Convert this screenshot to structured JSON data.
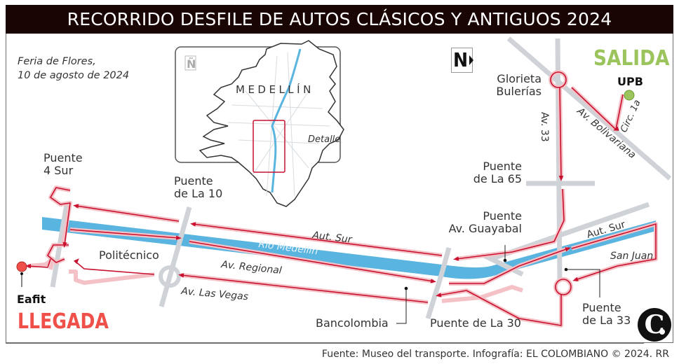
{
  "header": {
    "title": "RECORRIDO DESFILE DE AUTOS CLÁSICOS Y ANTIGUOS 2024"
  },
  "subtitle": {
    "line1": "Feria de Flores,",
    "line2": "10 de agosto de 2024"
  },
  "inset_map": {
    "north_icon": "Ñ",
    "city_label": "MEDELLÍN",
    "detail_label": "Detalle"
  },
  "compass": {
    "label": "N"
  },
  "start": {
    "label": "SALIDA",
    "place": "UPB",
    "color": "#9bc45c"
  },
  "finish": {
    "label": "LLEGADA",
    "place": "Eafit",
    "color": "#f0504a"
  },
  "places": {
    "glorieta_line1": "Glorieta",
    "glorieta_line2": "Bulerías",
    "puente_4sur_line1": "Puente",
    "puente_4sur_line2": "4 Sur",
    "puente_10_line1": "Puente",
    "puente_10_line2": "de La 10",
    "puente_65_line1": "Puente",
    "puente_65_line2": "de La 65",
    "puente_guayabal_line1": "Puente",
    "puente_guayabal_line2": "Av. Guayabal",
    "puente_30": "Puente de La 30",
    "puente_33_line1": "Puente",
    "puente_33_line2": "de La 33",
    "politecnico": "Politécnico",
    "bancolombia": "Bancolombia"
  },
  "roads": {
    "av33": "Av. 33",
    "av_bolivariana": "Av. Bolivariana",
    "circ_1a": "Circ. 1a",
    "aut_sur_1": "Aut. Sur",
    "aut_sur_2": "Aut. Sur",
    "rio": "Río Medellín",
    "av_regional": "Av. Regional",
    "av_las_vegas": "Av. Las Vegas",
    "san_juan": "San Juan"
  },
  "colors": {
    "title_bg": "#1a0505",
    "route": "#c8102e",
    "route_halo": "#f4c2c6",
    "river": "#5ab4e0",
    "road": "#cfd3d8"
  },
  "footer": {
    "source": "Fuente: Museo del transporte. Infografía: EL COLOMBIANO © 2024. RR"
  },
  "logo": {
    "letter": "C"
  }
}
